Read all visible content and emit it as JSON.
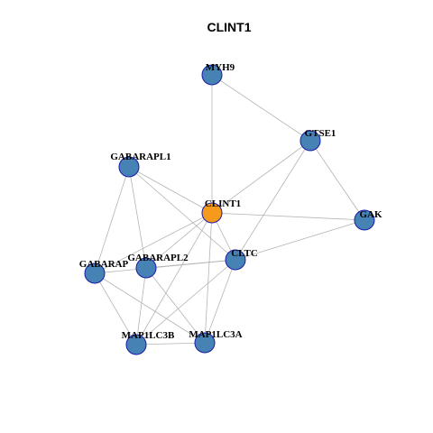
{
  "chart_data": {
    "type": "network",
    "title": "CLINT1",
    "colors": {
      "center_node": "#f59a1b",
      "neighbor_node": "#4682b4",
      "node_border": "#1a1aa8",
      "edge": "#b4b4b4"
    },
    "nodes": [
      {
        "id": "MYH9",
        "label": "MYH9",
        "role": "neighbor"
      },
      {
        "id": "GTSE1",
        "label": "GTSE1",
        "role": "neighbor"
      },
      {
        "id": "GABARAPL1",
        "label": "GABARAPL1",
        "role": "neighbor"
      },
      {
        "id": "CLINT1",
        "label": "CLINT1",
        "role": "center"
      },
      {
        "id": "GAK",
        "label": "GAK",
        "role": "neighbor"
      },
      {
        "id": "CLTC",
        "label": "CLTC",
        "role": "neighbor"
      },
      {
        "id": "GABARAPL2",
        "label": "GABARAPL2",
        "role": "neighbor"
      },
      {
        "id": "GABARAP",
        "label": "GABARAP",
        "role": "neighbor"
      },
      {
        "id": "MAP1LC3B",
        "label": "MAP1LC3B",
        "role": "neighbor"
      },
      {
        "id": "MAP1LC3A",
        "label": "MAP1LC3A",
        "role": "neighbor"
      }
    ],
    "edges": [
      [
        "MYH9",
        "GTSE1"
      ],
      [
        "MYH9",
        "CLINT1"
      ],
      [
        "GTSE1",
        "CLINT1"
      ],
      [
        "GTSE1",
        "GAK"
      ],
      [
        "GTSE1",
        "CLTC"
      ],
      [
        "GABARAPL1",
        "CLINT1"
      ],
      [
        "GABARAPL1",
        "GABARAP"
      ],
      [
        "GABARAPL1",
        "GABARAPL2"
      ],
      [
        "GABARAPL1",
        "CLTC"
      ],
      [
        "CLINT1",
        "GAK"
      ],
      [
        "CLINT1",
        "CLTC"
      ],
      [
        "CLINT1",
        "GABARAPL2"
      ],
      [
        "CLINT1",
        "GABARAP"
      ],
      [
        "CLINT1",
        "MAP1LC3B"
      ],
      [
        "CLINT1",
        "MAP1LC3A"
      ],
      [
        "GAK",
        "CLTC"
      ],
      [
        "CLTC",
        "GABARAPL2"
      ],
      [
        "CLTC",
        "GABARAP"
      ],
      [
        "CLTC",
        "MAP1LC3B"
      ],
      [
        "CLTC",
        "MAP1LC3A"
      ],
      [
        "GABARAP",
        "MAP1LC3B"
      ],
      [
        "GABARAP",
        "MAP1LC3A"
      ],
      [
        "GABARAPL2",
        "MAP1LC3B"
      ],
      [
        "GABARAPL2",
        "MAP1LC3A"
      ],
      [
        "MAP1LC3B",
        "MAP1LC3A"
      ]
    ]
  }
}
